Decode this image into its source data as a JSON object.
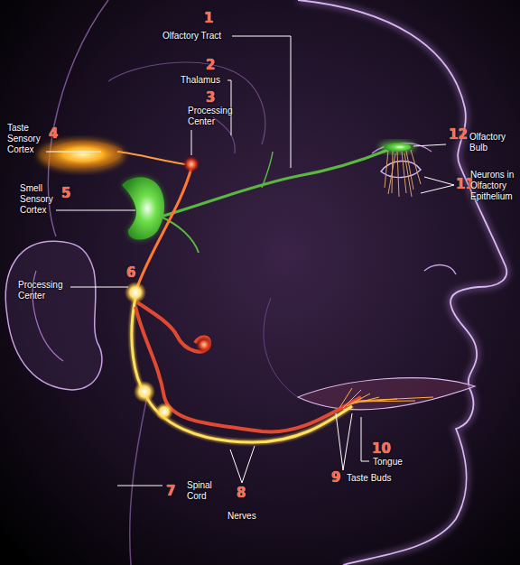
{
  "diagram": {
    "labels": [
      "1",
      "Olfactory Tract",
      "2",
      "Thalamus",
      "3",
      "Processing Center",
      "Taste Sensory Cortex",
      "4",
      "Smell Sensory Cortex",
      "5",
      "12",
      "Olfactory Bulb",
      "11",
      "Neurons in Olfactory Epithelium",
      "6",
      "Processing Center",
      "10",
      "Tongue",
      "9",
      "Taste Buds",
      "7",
      "Spinal Cord",
      "8",
      "Nerves"
    ]
  }
}
